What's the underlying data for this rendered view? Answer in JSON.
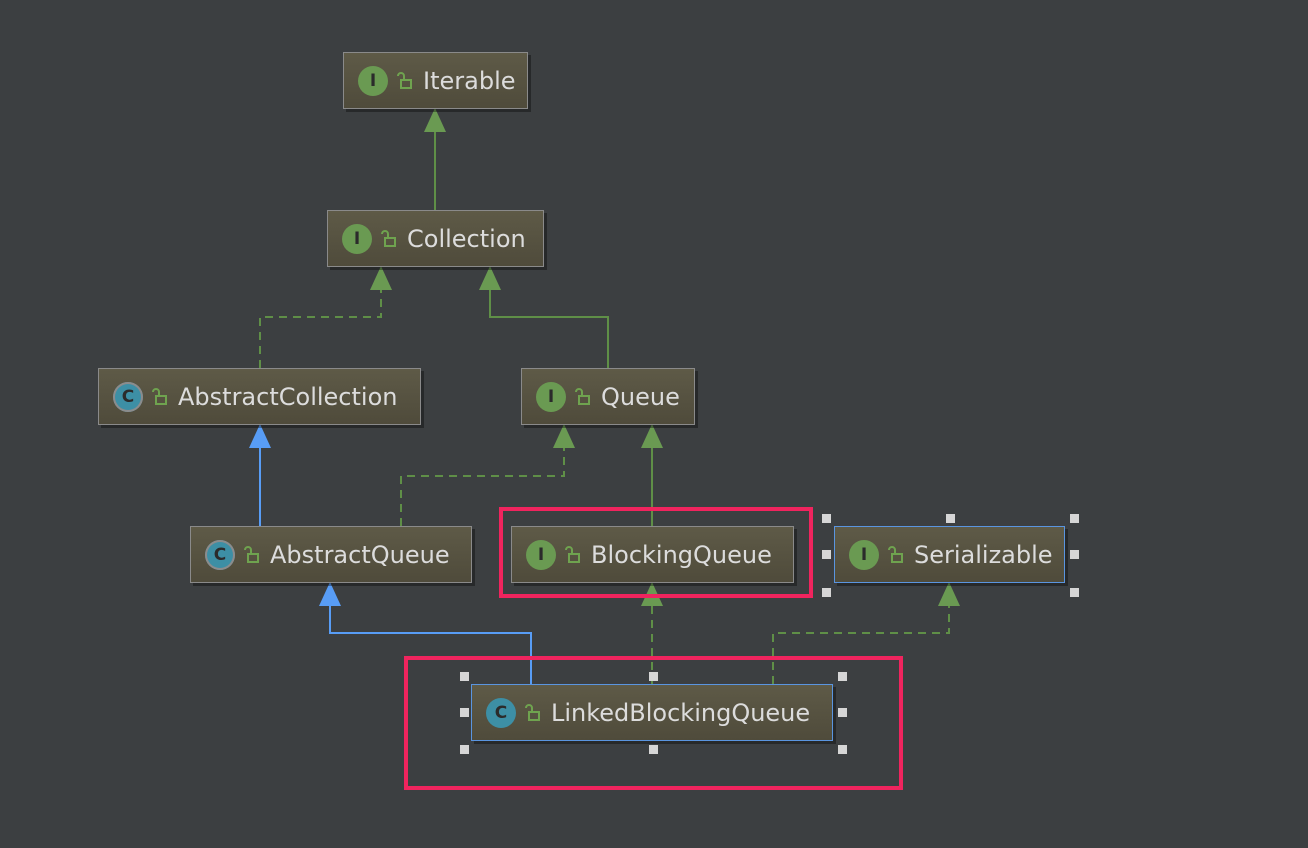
{
  "colors": {
    "background": "#3c3f41",
    "implements_edge": "#5f8f47",
    "extends_edge": "#589df6",
    "highlight": "#f0245e",
    "selection_border": "#5a95e0"
  },
  "nodes": {
    "iterable": {
      "label": "Iterable",
      "kind": "I",
      "icon": "interface-icon"
    },
    "collection": {
      "label": "Collection",
      "kind": "I",
      "icon": "interface-icon"
    },
    "abstract_collection": {
      "label": "AbstractCollection",
      "kind": "C",
      "icon": "abstract-class-icon"
    },
    "queue": {
      "label": "Queue",
      "kind": "I",
      "icon": "interface-icon"
    },
    "abstract_queue": {
      "label": "AbstractQueue",
      "kind": "C",
      "icon": "abstract-class-icon"
    },
    "blocking_queue": {
      "label": "BlockingQueue",
      "kind": "I",
      "icon": "interface-icon"
    },
    "serializable": {
      "label": "Serializable",
      "kind": "I",
      "icon": "interface-icon"
    },
    "linked_blocking_queue": {
      "label": "LinkedBlockingQueue",
      "kind": "C",
      "icon": "class-icon"
    }
  }
}
